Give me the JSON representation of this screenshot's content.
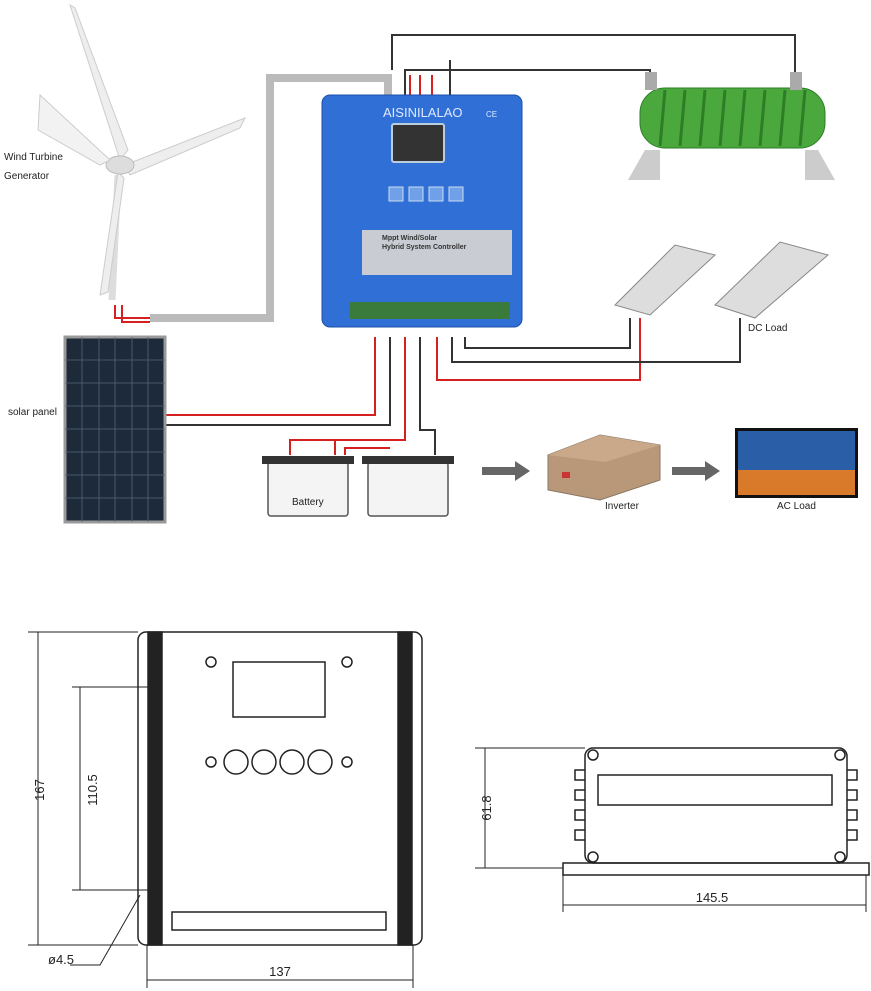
{
  "wiring_diagram": {
    "labels": {
      "wind_turbine": [
        "Wind Turbine",
        "Generator"
      ],
      "solar_panel": "solar panel",
      "battery": "Battery",
      "inverter": "Inverter",
      "dc_load": "DC Load",
      "ac_load": "AC Load"
    },
    "controller": {
      "brand": "AISINILALAO",
      "mark": "CE",
      "title_lines": [
        "Mppt Wind/Solar",
        "Hybrid System Controller"
      ],
      "body_color": "#2f6fd6"
    },
    "wire_colors": {
      "positive": "#d42020",
      "negative": "#333333",
      "ac": "#bbbbbb"
    }
  },
  "dimension_drawing": {
    "front_view": {
      "height": "167",
      "hole_spacing": "110.5",
      "width": "137",
      "hole_diameter": "ø4.5"
    },
    "side_view": {
      "height": "61.8",
      "width": "145.5"
    }
  }
}
